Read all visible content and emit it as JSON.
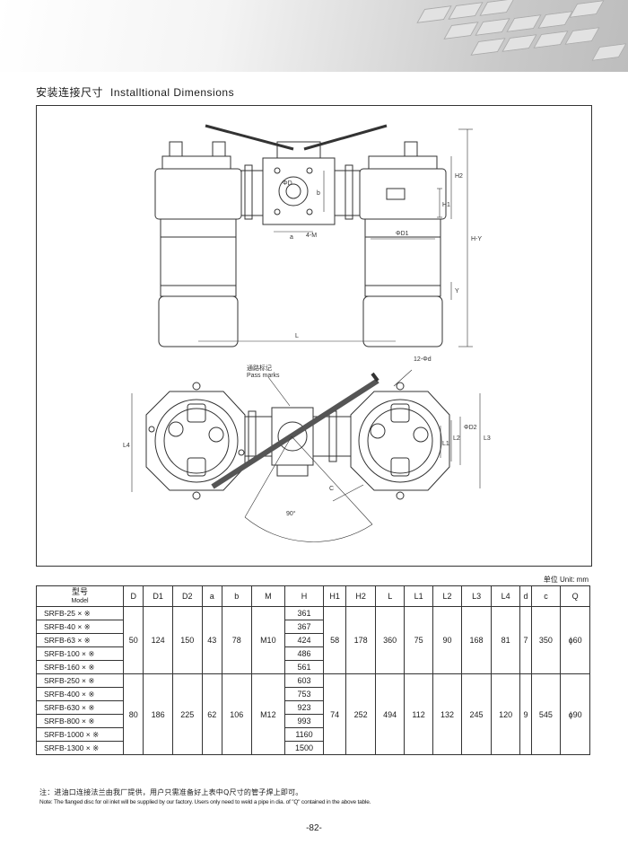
{
  "header": {
    "title_cn": "安装连接尺寸",
    "title_en": "Installtional Dimensions"
  },
  "drawing": {
    "labels": {
      "phi_d": "ΦD",
      "a": "a",
      "b": "b",
      "four_m": "4-M",
      "phi_d1": "ΦD1",
      "h1": "H1",
      "h2": "H2",
      "h_y": "H-Y",
      "y": "Y",
      "l": "L",
      "twelve_d": "12-Φd",
      "pass_marks_cn": "通路标记",
      "pass_marks_en": "Pass marks",
      "l1": "L1",
      "l2": "L2",
      "phi_d2": "ΦD2",
      "l3": "L3",
      "l4": "L4",
      "c": "C",
      "ninety": "90°"
    }
  },
  "table": {
    "unit": "单位 Unit: mm",
    "model_cn": "型号",
    "model_en": "Model",
    "columns": [
      "D",
      "D1",
      "D2",
      "a",
      "b",
      "M",
      "H",
      "H1",
      "H2",
      "L",
      "L1",
      "L2",
      "L3",
      "L4",
      "d",
      "c",
      "Q"
    ],
    "group1": {
      "models": [
        "SRFB-25 × ※",
        "SRFB-40 × ※",
        "SRFB-63 × ※",
        "SRFB-100 × ※",
        "SRFB-160 × ※"
      ],
      "H": [
        "361",
        "367",
        "424",
        "486",
        "561"
      ],
      "D": "50",
      "D1": "124",
      "D2": "150",
      "a": "43",
      "b": "78",
      "M": "M10",
      "H1": "58",
      "H2": "178",
      "L": "360",
      "L1": "75",
      "L2": "90",
      "L3": "168",
      "L4": "81",
      "d": "7",
      "c": "350",
      "Q": "ϕ60"
    },
    "group2": {
      "models": [
        "SRFB-250 × ※",
        "SRFB-400 × ※",
        "SRFB-630 × ※",
        "SRFB-800 × ※",
        "SRFB-1000 × ※",
        "SRFB-1300 × ※"
      ],
      "H": [
        "603",
        "753",
        "923",
        "993",
        "1160",
        "1500"
      ],
      "D": "80",
      "D1": "186",
      "D2": "225",
      "a": "62",
      "b": "106",
      "M": "M12",
      "H1": "74",
      "H2": "252",
      "L": "494",
      "L1": "112",
      "L2": "132",
      "L3": "245",
      "L4": "120",
      "d": "9",
      "c": "545",
      "Q": "ϕ90"
    }
  },
  "notes": {
    "cn": "注：进油口连接法兰由我厂提供，用户只需准备好上表中Q尺寸的管子焊上即可。",
    "en": "Note: The flanged disc for oil inlet  will be supplied by our factory. Users only need to weld a pipe in dia. of  \"Q\" contained in the above table."
  },
  "footer": {
    "page": "-82-"
  }
}
